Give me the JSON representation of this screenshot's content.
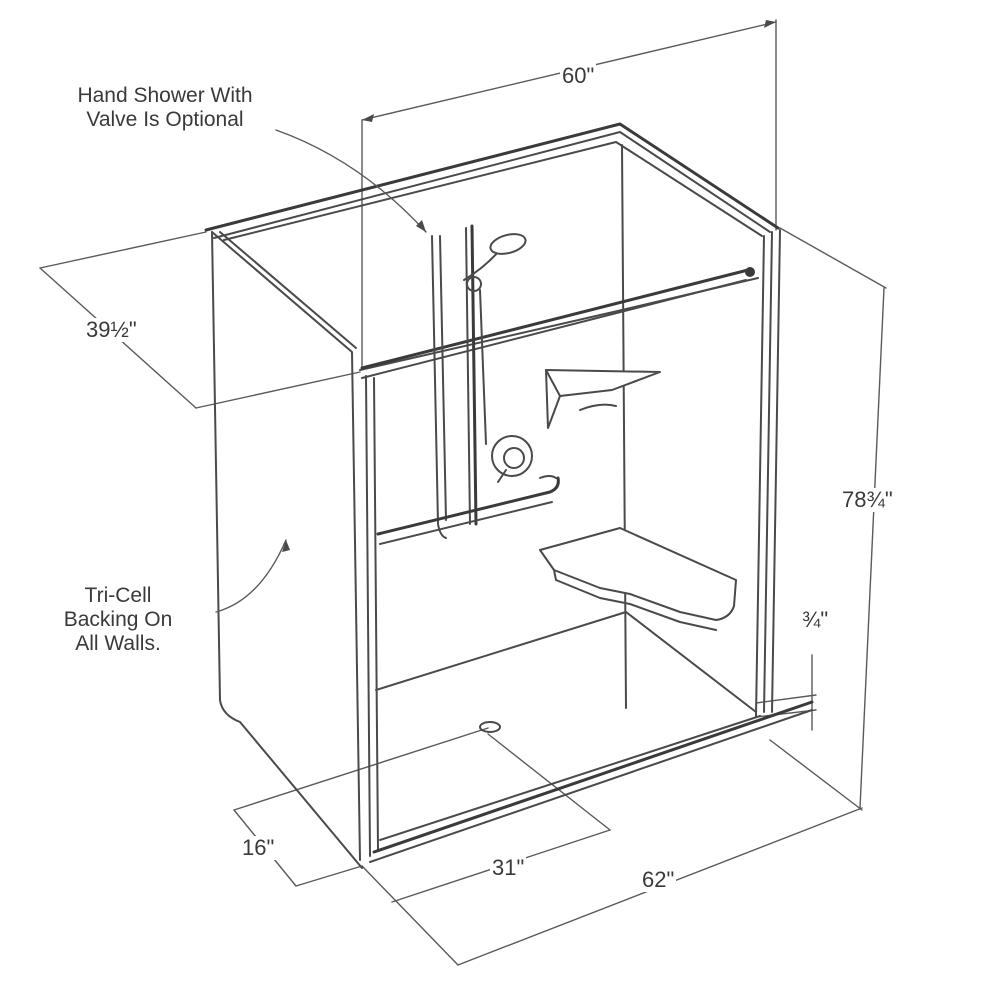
{
  "annotations": {
    "hand_shower_line1": "Hand Shower With",
    "hand_shower_line2": "Valve Is Optional",
    "tricell_line1": "Tri-Cell",
    "tricell_line2": "Backing On",
    "tricell_line3": "All Walls."
  },
  "dimensions": {
    "top_width": "60\"",
    "depth": "39½\"",
    "height": "78¾\"",
    "threshold": "¾\"",
    "drain_from_front": "16\"",
    "drain_from_side": "31\"",
    "overall_width": "62\""
  }
}
